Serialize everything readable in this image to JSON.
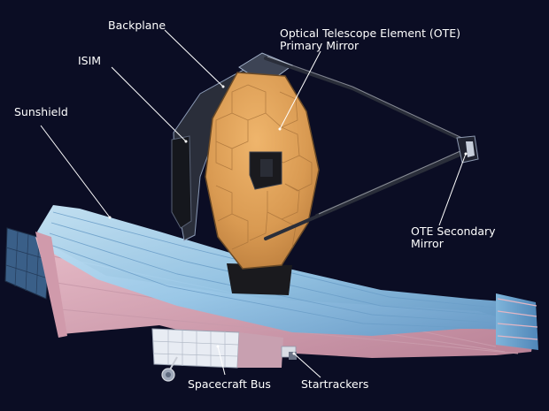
{
  "labels": {
    "backplane": "Backplane",
    "isim": "ISIM",
    "sunshield": "Sunshield",
    "ote_line1": "Optical Telescope Element (OTE)",
    "ote_line2": "Primary Mirror",
    "secondary_line1": "OTE Secondary",
    "secondary_line2": "Mirror",
    "spacecraft_bus": "Spacecraft Bus",
    "startrackers": "Startrackers"
  },
  "colors": {
    "background": "#0b0d24",
    "mirror_gold": "#d79a52",
    "sunshield_blue": "#9ccbe9",
    "sunshield_pink": "#d8a9b8",
    "label_text": "#ffffff"
  }
}
